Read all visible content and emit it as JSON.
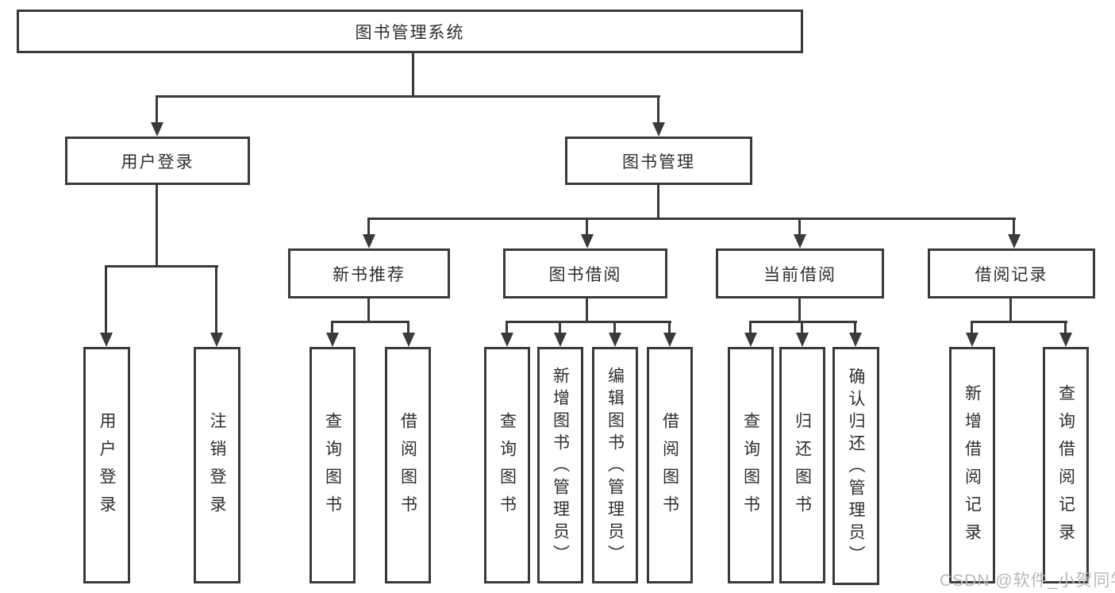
{
  "diagram": {
    "root": {
      "label": "图书管理系统"
    },
    "children": [
      {
        "label": "用户登录",
        "children": [
          {
            "label": "用户登录"
          },
          {
            "label": "注销登录"
          }
        ]
      },
      {
        "label": "图书管理",
        "children": [
          {
            "label": "新书推荐",
            "children": [
              {
                "label": "查询图书"
              },
              {
                "label": "借阅图书"
              }
            ]
          },
          {
            "label": "图书借阅",
            "children": [
              {
                "label": "查询图书"
              },
              {
                "label": "新增图书（管理员）"
              },
              {
                "label": "编辑图书（管理员）"
              },
              {
                "label": "借阅图书"
              }
            ]
          },
          {
            "label": "当前借阅",
            "children": [
              {
                "label": "查询图书"
              },
              {
                "label": "归还图书"
              },
              {
                "label": "确认归还（管理员）"
              }
            ]
          },
          {
            "label": "借阅记录",
            "children": [
              {
                "label": "新增借阅记录"
              },
              {
                "label": "查询借阅记录"
              }
            ]
          }
        ]
      }
    ]
  },
  "watermark": {
    "text": "CSDN @软件_小贺同学"
  },
  "colors": {
    "line": "#3a3a3a",
    "text": "#2e2e2e",
    "background": "#ffffff",
    "watermark": "#b9b9b9"
  }
}
